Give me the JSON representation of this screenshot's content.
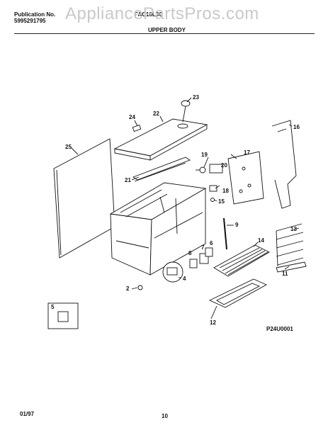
{
  "header": {
    "publication_label": "Publication No.",
    "publication_number": "5995291795",
    "model": "FAC10L3C",
    "section_title": "UPPER BODY",
    "watermark": "AppliancePartsPros.com"
  },
  "diagram": {
    "callouts": [
      "2",
      "4",
      "5",
      "6",
      "7",
      "8",
      "9",
      "11",
      "12",
      "13",
      "14",
      "15",
      "16",
      "17",
      "18",
      "19",
      "20",
      "21",
      "22",
      "23",
      "24",
      "25"
    ],
    "drawing_code": "P24U0001"
  },
  "footer": {
    "date": "01/97",
    "page_number": "10"
  }
}
